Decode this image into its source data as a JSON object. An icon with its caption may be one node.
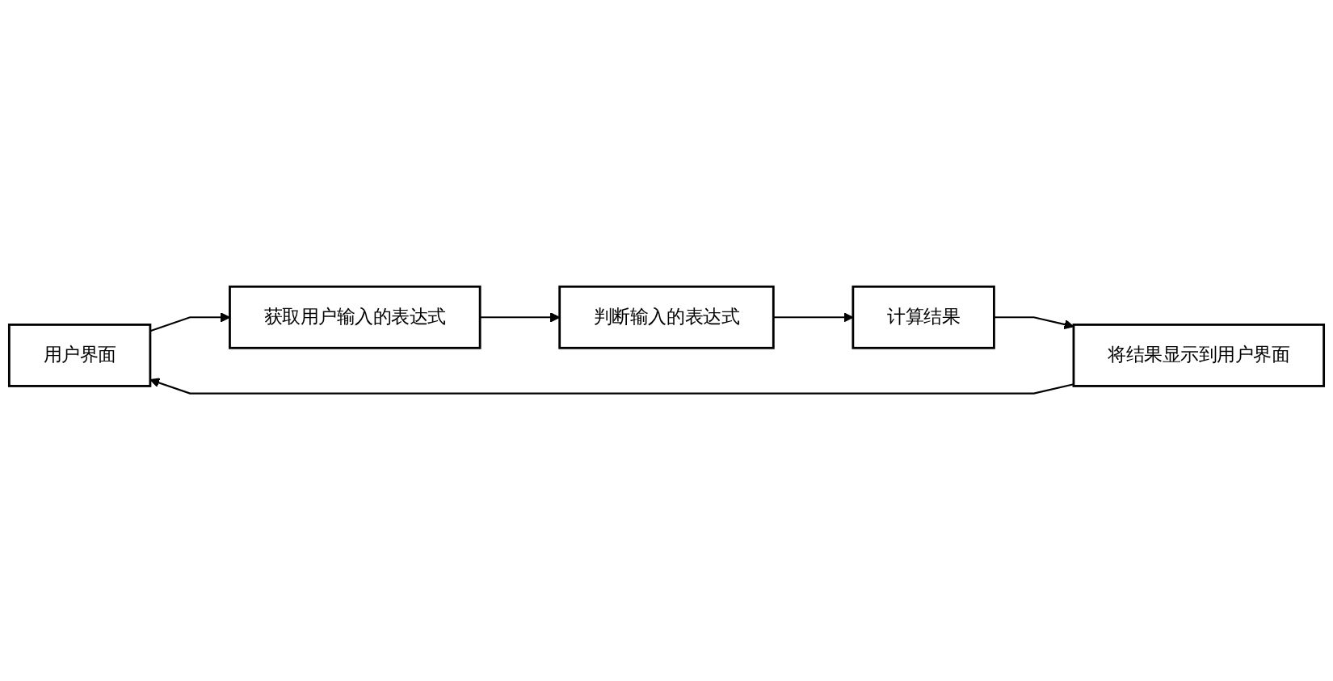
{
  "diagram": {
    "nodes": [
      {
        "text": [
          "用户界面"
        ]
      },
      {
        "text": [
          "获取用户输入的表达式"
        ]
      },
      {
        "text": [
          "判断输入的表达式"
        ]
      },
      {
        "text": [
          "计算结果"
        ]
      },
      {
        "text": [
          "将结果显示到用户界面"
        ]
      }
    ],
    "edges": [
      {
        "from": 0,
        "to": 1,
        "arrow": "to"
      },
      {
        "from": 1,
        "to": 2,
        "arrow": "to"
      },
      {
        "from": 2,
        "to": 3,
        "arrow": "to"
      },
      {
        "from": 3,
        "to": 4,
        "arrow": "to"
      },
      {
        "from": 4,
        "to": 0,
        "arrow": "to"
      }
    ]
  }
}
